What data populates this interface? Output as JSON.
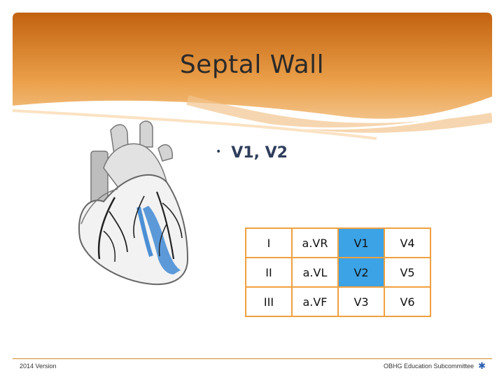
{
  "slide": {
    "title": "Septal Wall",
    "bullet": "V1, V2",
    "leads": [
      [
        {
          "label": "I",
          "highlight": false
        },
        {
          "label": "a.VR",
          "highlight": false
        },
        {
          "label": "V1",
          "highlight": true
        },
        {
          "label": "V4",
          "highlight": false
        }
      ],
      [
        {
          "label": "II",
          "highlight": false
        },
        {
          "label": "a.VL",
          "highlight": false
        },
        {
          "label": "V2",
          "highlight": true
        },
        {
          "label": "V5",
          "highlight": false
        }
      ],
      [
        {
          "label": "III",
          "highlight": false
        },
        {
          "label": "a.VF",
          "highlight": false
        },
        {
          "label": "V3",
          "highlight": false
        },
        {
          "label": "V6",
          "highlight": false
        }
      ]
    ]
  },
  "footer": {
    "version": "2014 Version",
    "org": "OBHG Education Subcommittee"
  },
  "colors": {
    "header_orange": "#c8681a",
    "table_border": "#f0a040",
    "highlight_blue": "#3ba3e6"
  },
  "icons": {
    "footer_logo": "star-of-life-icon"
  }
}
